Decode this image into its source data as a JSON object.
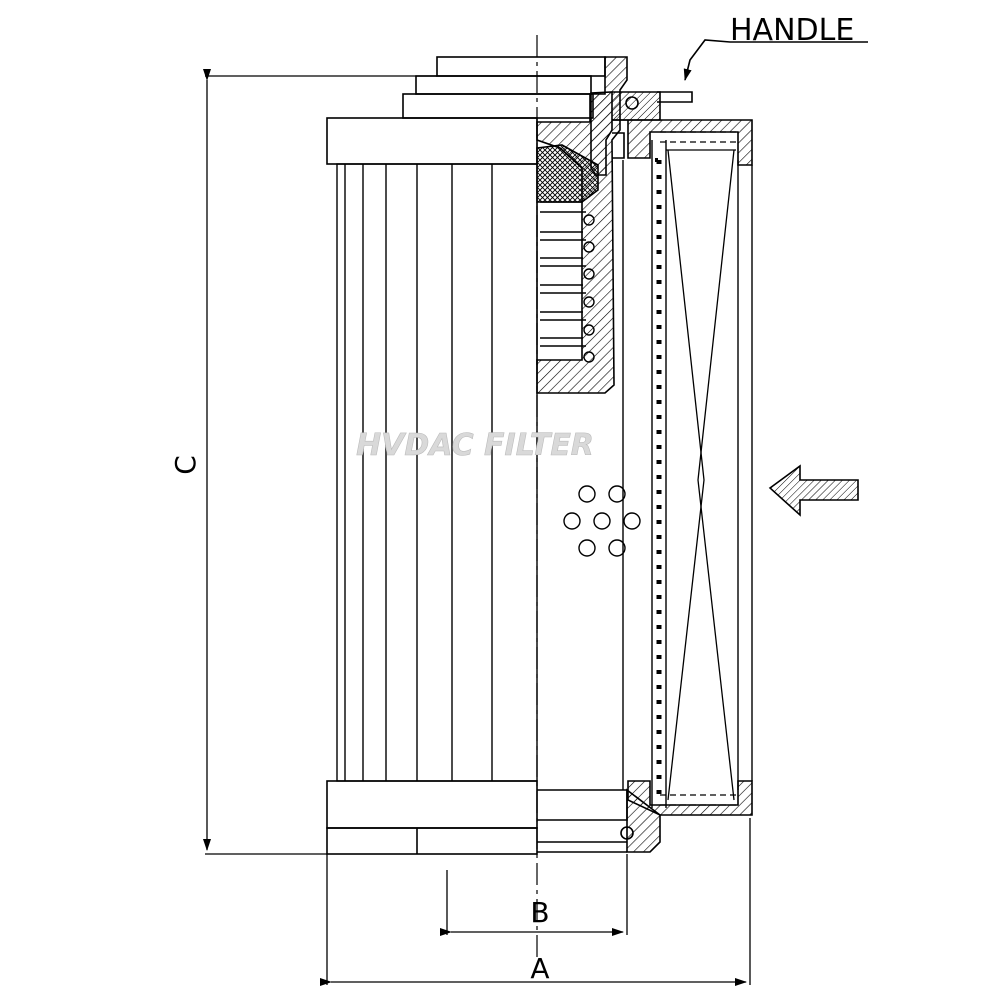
{
  "labels": {
    "handle": "HANDLE",
    "dim_c": "C",
    "dim_b": "B",
    "dim_a": "A"
  },
  "watermark": "HVDAC FILTER",
  "colors": {
    "line": "#000000",
    "background": "#ffffff",
    "watermark": "#d9d9d9"
  }
}
